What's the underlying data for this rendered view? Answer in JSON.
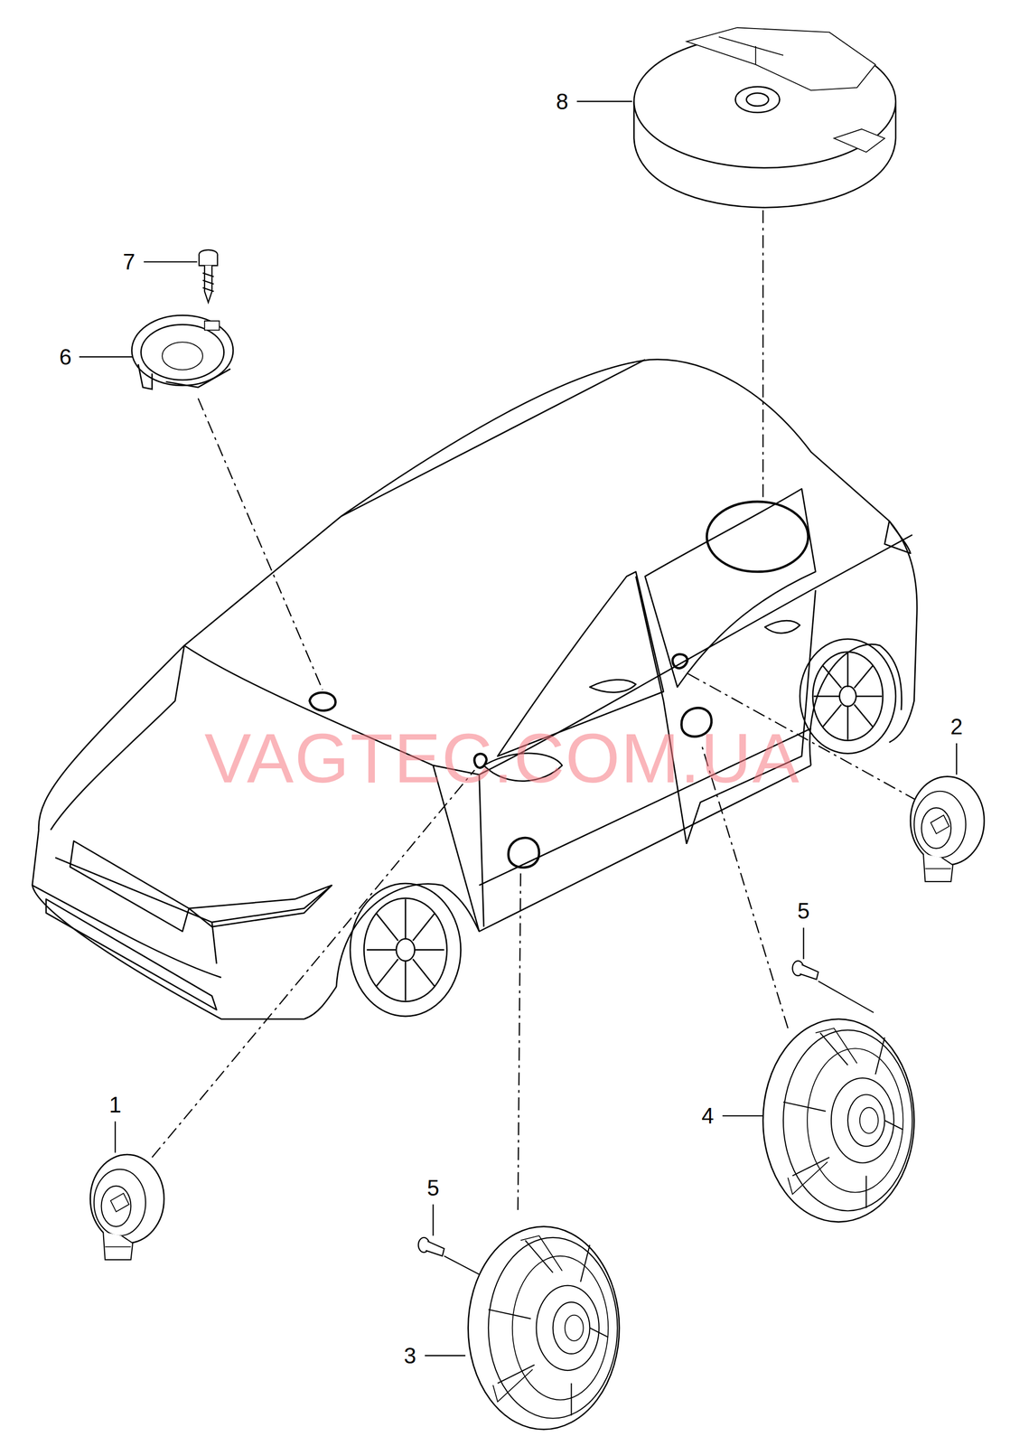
{
  "diagram": {
    "labels": [
      "8",
      "7",
      "6",
      "2",
      "5",
      "4",
      "1",
      "5",
      "3",
      "VAGTEC.COM.UA"
    ]
  }
}
